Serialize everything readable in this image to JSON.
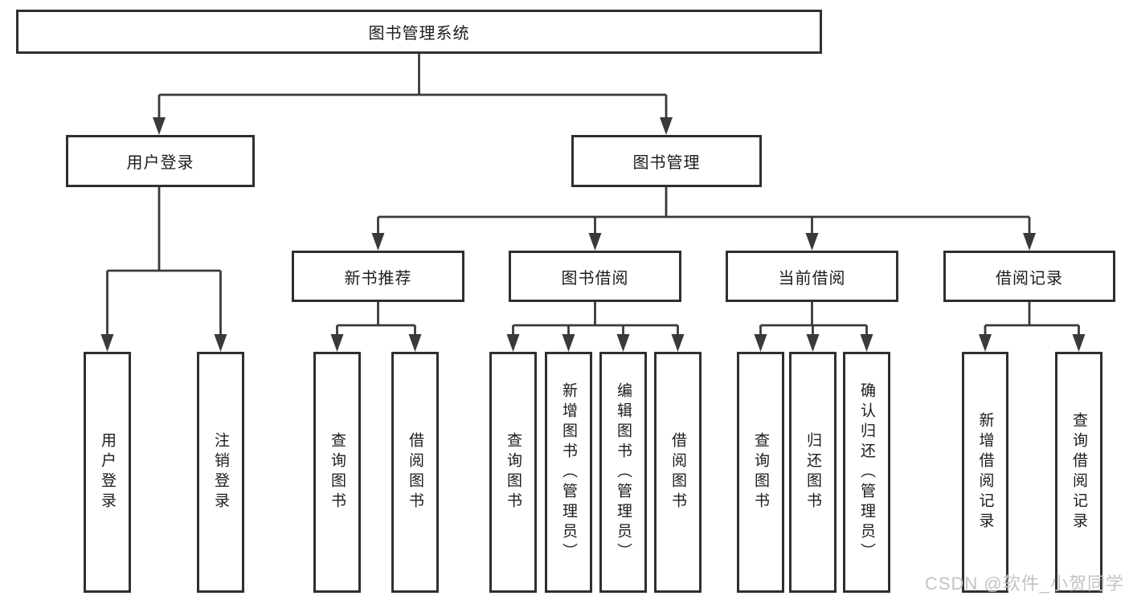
{
  "root": {
    "label": "图书管理系统"
  },
  "level2": [
    {
      "label": "用户登录"
    },
    {
      "label": "图书管理"
    }
  ],
  "level3": [
    {
      "label": "新书推荐"
    },
    {
      "label": "图书借阅"
    },
    {
      "label": "当前借阅"
    },
    {
      "label": "借阅记录"
    }
  ],
  "leaves": {
    "user_login": [
      {
        "label": "用户登录"
      },
      {
        "label": "注销登录"
      }
    ],
    "new_book_recommend": [
      {
        "label": "查询图书"
      },
      {
        "label": "借阅图书"
      }
    ],
    "book_borrow": [
      {
        "label": "查询图书"
      },
      {
        "label": "新增图书（管理员）"
      },
      {
        "label": "编辑图书（管理员）"
      },
      {
        "label": "借阅图书"
      }
    ],
    "current_borrow": [
      {
        "label": "查询图书"
      },
      {
        "label": "归还图书"
      },
      {
        "label": "确认归还（管理员）"
      }
    ],
    "borrow_records": [
      {
        "label": "新增借阅记录"
      },
      {
        "label": "查询借阅记录"
      }
    ]
  },
  "watermark": "CSDN @软件_小贺同学",
  "colors": {
    "background": "#ffffff",
    "border": "#2f2f2f",
    "line": "#3a3a3a",
    "text": "#1c1c1c",
    "watermark": "#c3c3c3"
  }
}
